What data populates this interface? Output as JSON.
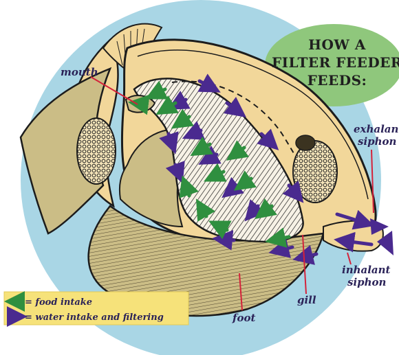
{
  "title": {
    "line1": "HOW A",
    "line2": "FILTER FEEDER",
    "line3": "FEEDS:"
  },
  "labels": {
    "mouth": "mouth",
    "exhalant_1": "exhalant",
    "exhalant_2": "siphon",
    "inhalant_1": "inhalant",
    "inhalant_2": "siphon",
    "gill": "gill",
    "foot": "foot"
  },
  "legend": {
    "food": "= food intake",
    "water": "= water intake and filtering"
  },
  "colors": {
    "background_circle": "#a9d6e5",
    "title_bubble": "#8fc77c",
    "shell_body": "#f2d79a",
    "foot": "#cbbd86",
    "gill": "#f7f2e6",
    "food_arrow": "#2f8f3f",
    "water_arrow": "#4a2a8f",
    "legend_box": "#f6e27a",
    "label_line": "#d4223a"
  }
}
